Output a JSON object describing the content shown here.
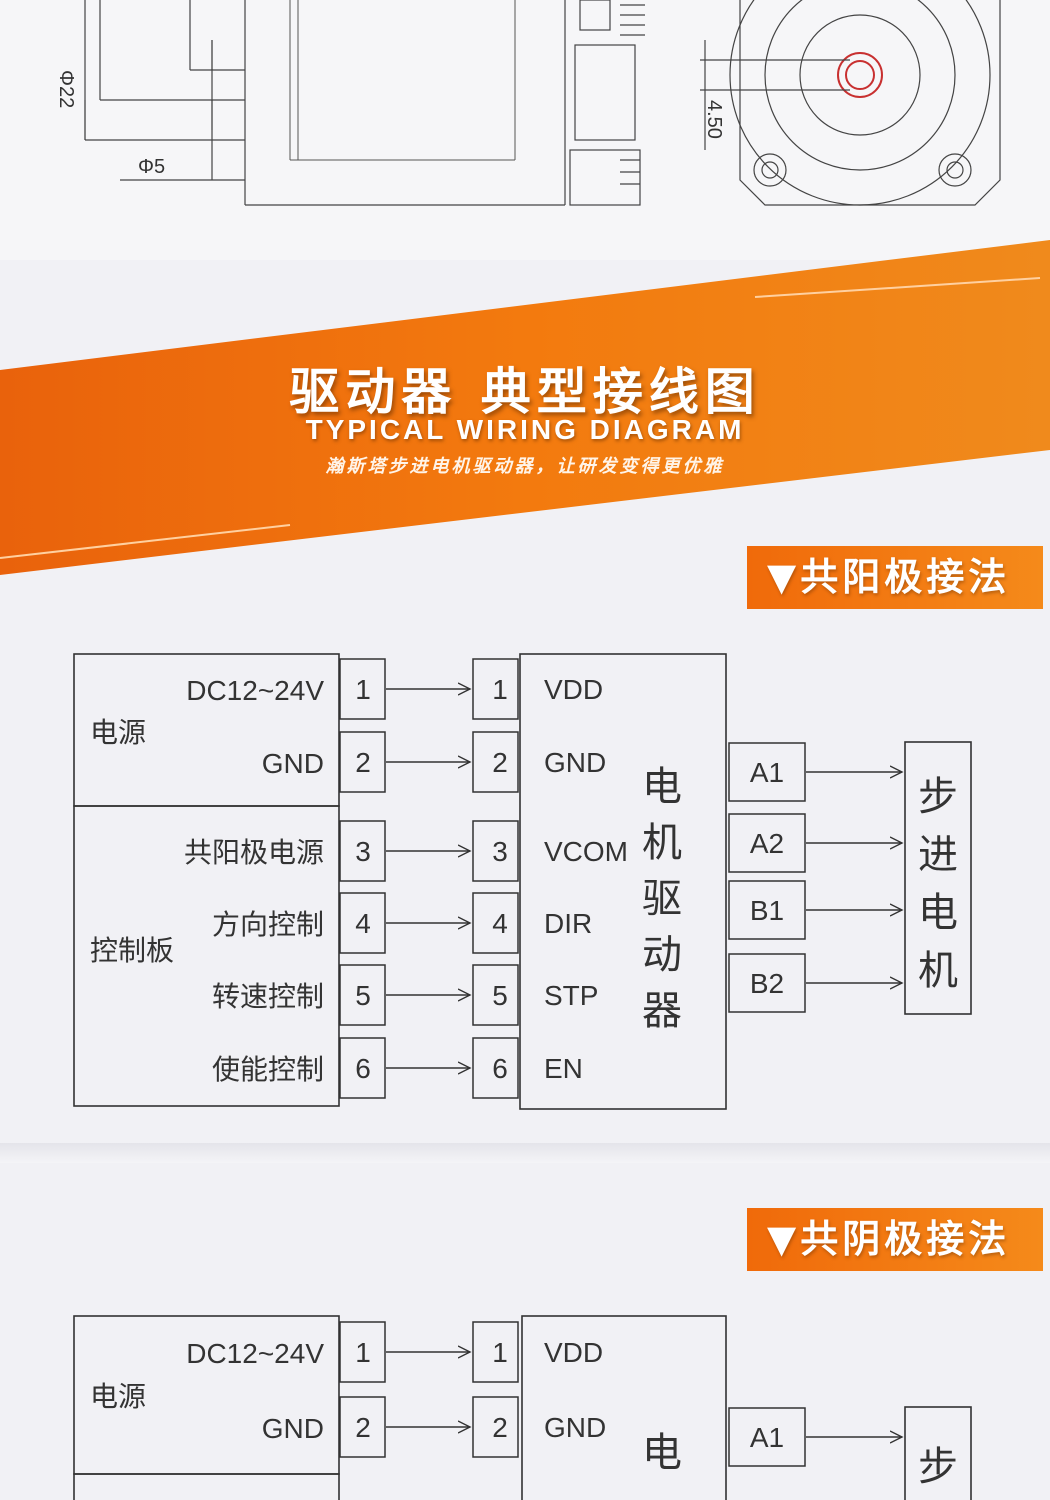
{
  "drawing": {
    "dim_phi22": "Φ22",
    "dim_phi5": "Φ5",
    "dim_450": "4.50"
  },
  "banner": {
    "title": "驱动器 典型接线图",
    "title_en": "TYPICAL WIRING DIAGRAM",
    "subtitle": "瀚斯塔步进电机驱动器，让研发变得更优雅"
  },
  "section1": {
    "tag": "▼共阳极接法",
    "power_label": "电源",
    "control_label": "控制板",
    "sources": [
      "DC12~24V",
      "GND",
      "共阳极电源",
      "方向控制",
      "转速控制",
      "使能控制"
    ],
    "pins": [
      "1",
      "2",
      "3",
      "4",
      "5",
      "6"
    ],
    "signals": [
      "VDD",
      "GND",
      "VCOM",
      "DIR",
      "STP",
      "EN"
    ],
    "driver_chars": [
      "电",
      "机",
      "驱",
      "动",
      "器"
    ],
    "outputs": [
      "A1",
      "A2",
      "B1",
      "B2"
    ],
    "motor_chars": [
      "步",
      "进",
      "电",
      "机"
    ]
  },
  "section2": {
    "tag": "▼共阴极接法",
    "power_label": "电源",
    "sources": [
      "DC12~24V",
      "GND"
    ],
    "pins": [
      "1",
      "2"
    ],
    "signals": [
      "VDD",
      "GND"
    ],
    "driver_chars": [
      "电"
    ],
    "outputs": [
      "A1"
    ],
    "motor_chars": [
      "步"
    ]
  },
  "colors": {
    "accent": "#f07814",
    "line": "#333333"
  }
}
